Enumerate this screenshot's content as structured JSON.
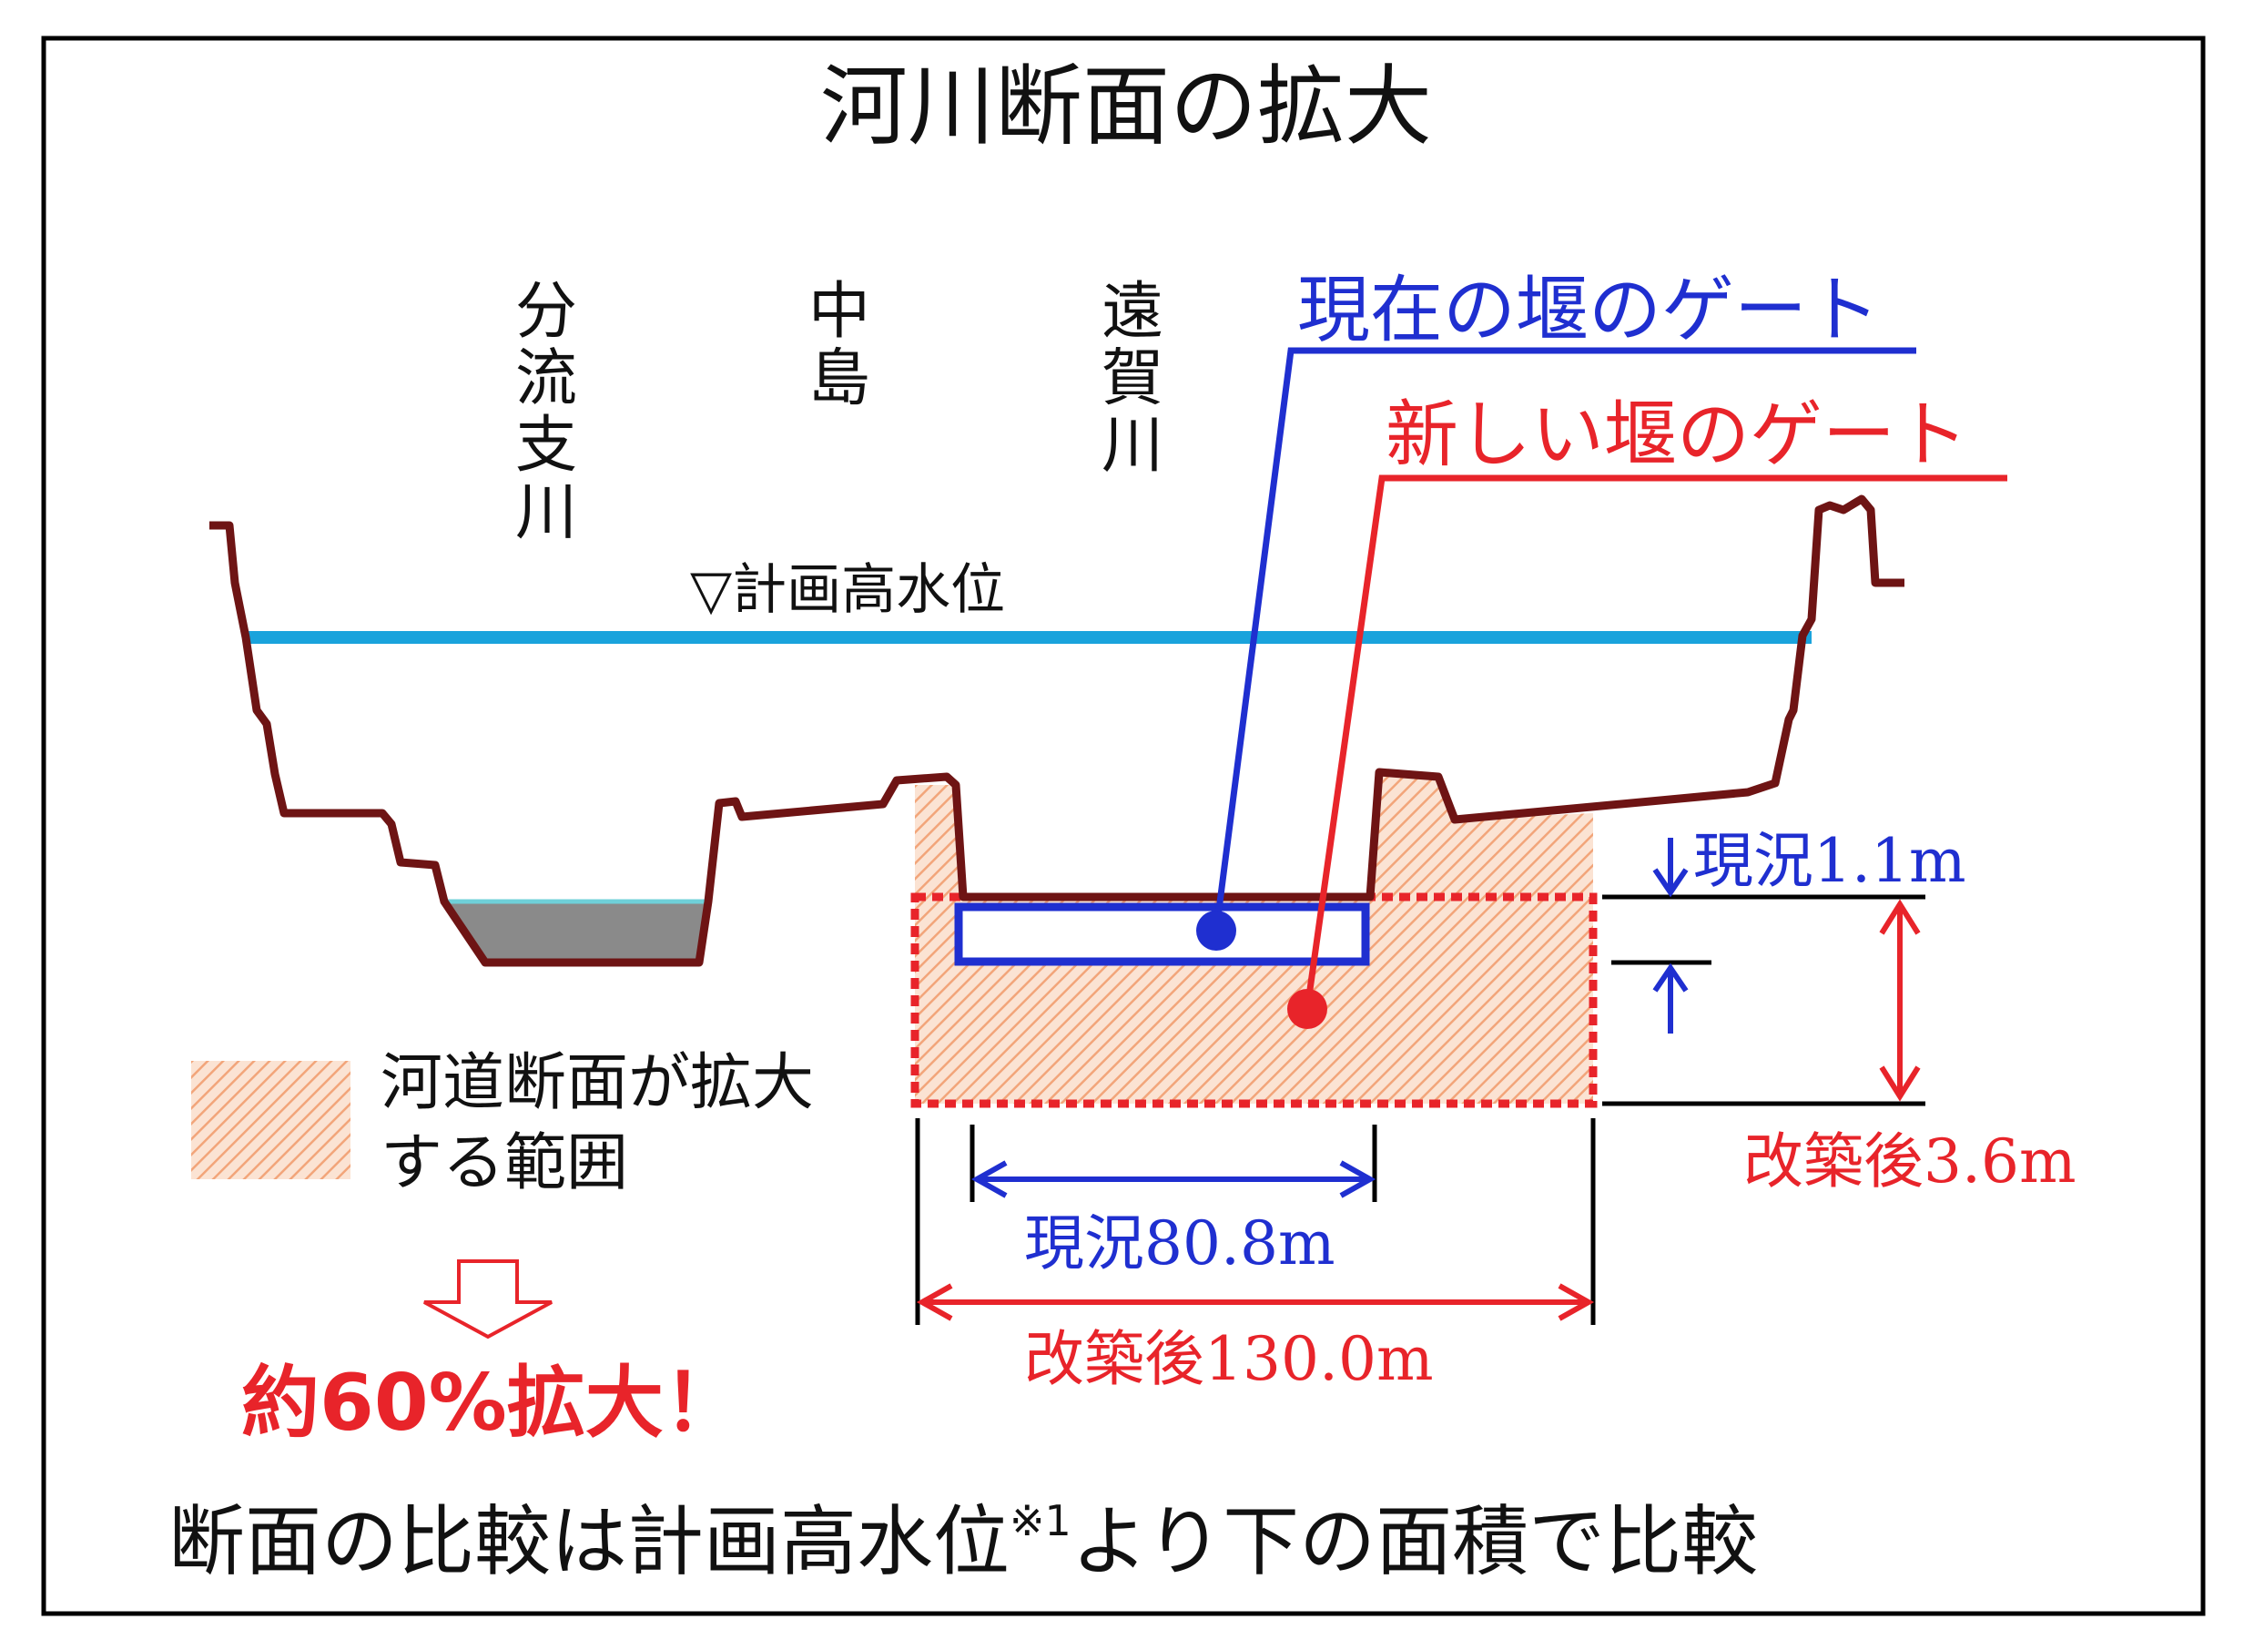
{
  "title": "河川断面の拡大",
  "labels": {
    "branch": "分流支川",
    "island": "中島",
    "main_river": "遠賀川",
    "plan_water_level": "▽計画高水位",
    "current_gate": "現在の堰のゲート",
    "new_gate": "新しい堰のゲート"
  },
  "dimensions": {
    "current_depth": "現況1.1m",
    "new_depth": "改築後3.6m",
    "current_width": "現況80.8m",
    "new_width": "改築後130.0m"
  },
  "legend": {
    "line1": "河道断面が拡大",
    "line2": "する範囲"
  },
  "result": "約60%拡大！",
  "footnote": {
    "main": "断面の比較は計画高水位",
    "mark": "※1",
    "tail": "より下の面積で比較"
  },
  "colors": {
    "frame": "#000000",
    "riverbed": "#6e1414",
    "water_level": "#1aa3dc",
    "current": "#1f2fd0",
    "new": "#e8242a",
    "hatch": "#f2a57a",
    "water_fill": "#8a8a8a",
    "water_surface": "#6fd0d8"
  },
  "icons": [
    "down-arrow-outline-icon",
    "down-arrow-icon",
    "up-arrow-icon"
  ]
}
